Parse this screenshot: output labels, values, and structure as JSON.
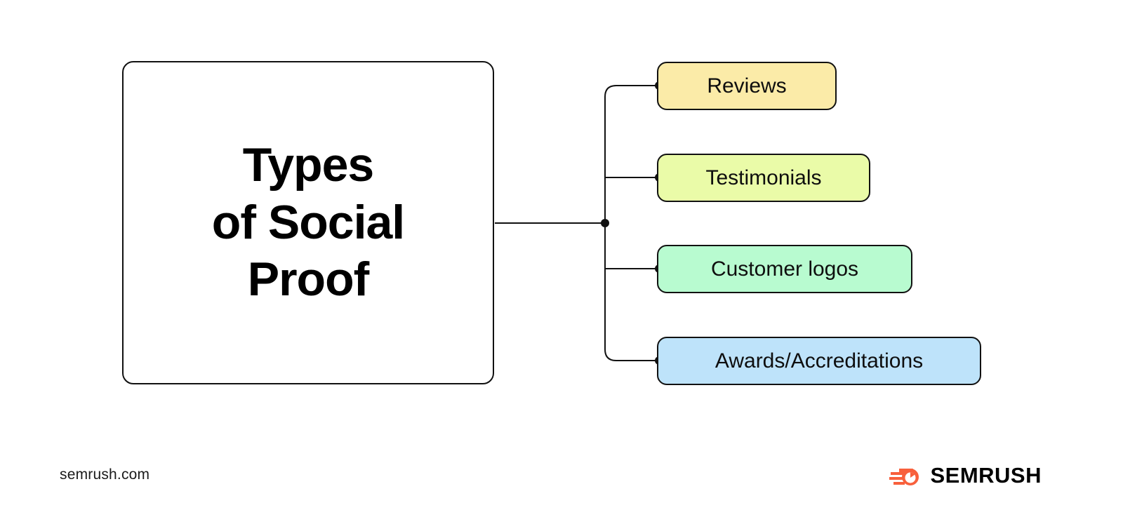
{
  "diagram": {
    "root": {
      "label": "Types\nof Social\nProof",
      "text_color": "#000000",
      "border_color": "#111111",
      "background": "#ffffff"
    },
    "branches": [
      {
        "label": "Reviews",
        "fill": "#FBEBA8",
        "border": "#111111",
        "connector_dot": "#000000"
      },
      {
        "label": "Testimonials",
        "fill": "#EAFBA8",
        "border": "#111111",
        "connector_dot": "#000000"
      },
      {
        "label": "Customer logos",
        "fill": "#B8FBD0",
        "border": "#111111",
        "connector_dot": "#000000"
      },
      {
        "label": "Awards/Accreditations",
        "fill": "#BEE3FA",
        "border": "#111111",
        "connector_dot": "#000000"
      }
    ],
    "connector_line_color": "#111111"
  },
  "footer": {
    "url": "semrush.com",
    "brand_name": "SEMRUSH",
    "brand_icon": "semrush-comet-icon",
    "brand_icon_color": "#F8603C",
    "brand_text_color": "#000000"
  }
}
